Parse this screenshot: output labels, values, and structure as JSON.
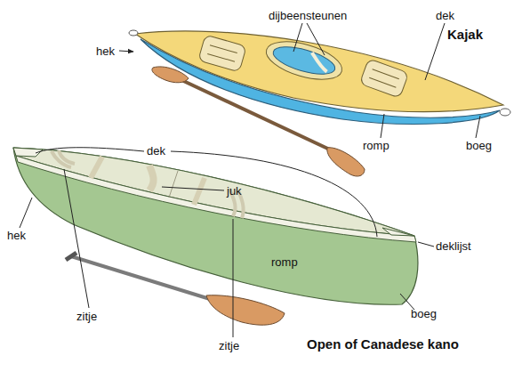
{
  "diagram": {
    "labels": [
      "dijbeensteunen",
      "dek",
      "Kajak",
      "hek",
      "romp",
      "boeg",
      "dek",
      "juk",
      "hek",
      "deklijst",
      "romp",
      "zitje",
      "boeg",
      "zitje",
      "Open of Canadese kano"
    ]
  }
}
